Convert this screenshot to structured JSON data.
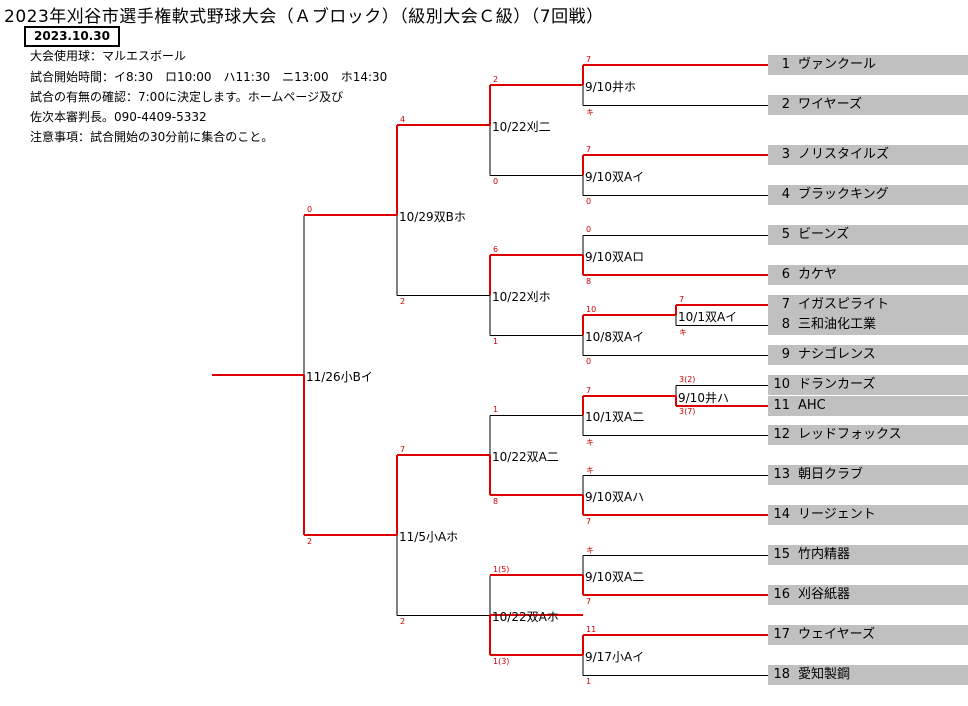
{
  "header": {
    "title": "2023年刈谷市選手権軟式野球大会（Ａブロック）（級別大会Ｃ級）（7回戦）",
    "date": "2023.10.30",
    "info": [
      "大会使用球：マルエスボール",
      "試合開始時間：イ8:30　ロ10:00　ハ11:30　ニ13:00　ホ14:30",
      "試合の有無の確認：7:00に決定します。ホームページ及び",
      "佐次本審判長。090-4409-5332",
      "注意事項：試合開始の30分前に集合のこと。"
    ]
  },
  "teams": [
    {
      "no": "1",
      "name": "ヴァンクール"
    },
    {
      "no": "2",
      "name": "ワイヤーズ"
    },
    {
      "no": "3",
      "name": "ノリスタイルズ"
    },
    {
      "no": "4",
      "name": "ブラックキング"
    },
    {
      "no": "5",
      "name": "ビーンズ"
    },
    {
      "no": "6",
      "name": "カケヤ"
    },
    {
      "no": "7",
      "name": "イガスピライト"
    },
    {
      "no": "8",
      "name": "三和油化工業"
    },
    {
      "no": "9",
      "name": "ナシゴレンス"
    },
    {
      "no": "10",
      "name": "ドランカーズ"
    },
    {
      "no": "11",
      "name": "AHC"
    },
    {
      "no": "12",
      "name": "レッドフォックス"
    },
    {
      "no": "13",
      "name": "朝日クラブ"
    },
    {
      "no": "14",
      "name": "リージェント"
    },
    {
      "no": "15",
      "name": "竹内精器"
    },
    {
      "no": "16",
      "name": "刈谷紙器"
    },
    {
      "no": "17",
      "name": "ウェイヤーズ"
    },
    {
      "no": "18",
      "name": "愛知製鋼"
    }
  ],
  "matches": {
    "r1_1": "9/10井ホ",
    "r1_2": "9/10双Aイ",
    "r1_3": "9/10双Aロ",
    "r0_78": "10/1双Aイ",
    "r1_4": "10/8双Aイ",
    "r0_1011": "9/10井ハ",
    "r1_5": "10/1双A二",
    "r1_6": "9/10双Aハ",
    "r1_7": "9/10双A二",
    "r1_8": "9/17小Aイ",
    "r2_1": "10/22刈二",
    "r2_2": "10/22刈ホ",
    "r2_3": "10/22双A二",
    "r2_4": "10/22双Aホ",
    "r3_1": "10/29双Bホ",
    "r3_2": "11/5小Aホ",
    "final": "11/26小Bイ"
  },
  "scores": {
    "s1_top": "7",
    "s1_bot": "キ",
    "s2_top": "7",
    "s2_bot": "0",
    "s3_top": "0",
    "s3_bot": "8",
    "s78_top": "7",
    "s78_bot": "キ",
    "s4_top": "10",
    "s4_bot": "0",
    "s1011_top": "3(2)",
    "s1011_bot": "3(7)",
    "s5_top": "7",
    "s5_bot": "キ",
    "s6_top": "キ",
    "s6_bot": "7",
    "s7_top": "キ",
    "s7_bot": "7",
    "s8_top": "11",
    "s8_bot": "1",
    "q1_top": "2",
    "q1_bot": "0",
    "q2_top": "6",
    "q2_bot": "1",
    "q3_top": "1",
    "q3_bot": "8",
    "q4_top": "1(5)",
    "q4_bot": "1(3)",
    "t1_top": "4",
    "t1_bot": "2",
    "t2_top": "7",
    "t2_bot": "2",
    "f_top": "0",
    "f_bot": "2"
  }
}
